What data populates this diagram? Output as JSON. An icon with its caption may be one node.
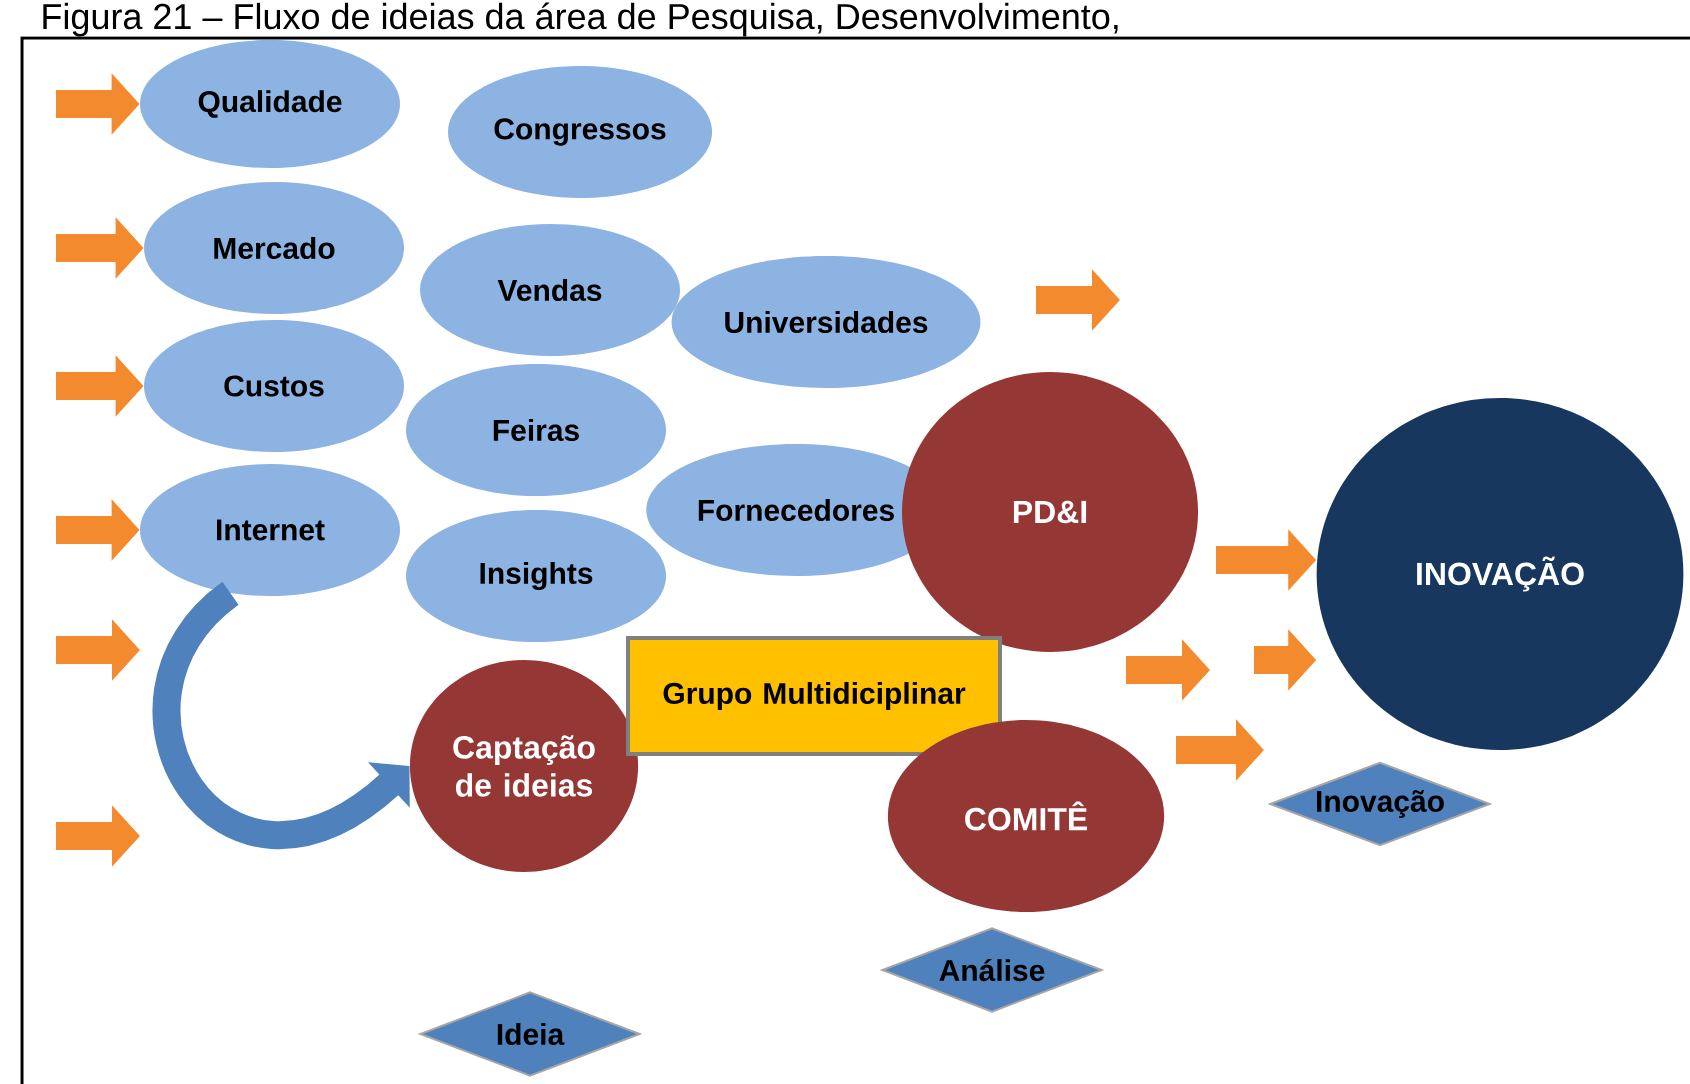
{
  "diagram": {
    "title": "Figura 21 – Fluxo de ideias da área de Pesquisa, Desenvolvimento,",
    "nodes": [
      {
        "text": [
          "Qualidade"
        ]
      },
      {
        "text": [
          "Congressos"
        ]
      },
      {
        "text": [
          "Mercado"
        ]
      },
      {
        "text": [
          "Vendas"
        ]
      },
      {
        "text": [
          "Universidades"
        ]
      },
      {
        "text": [
          "Custos"
        ]
      },
      {
        "text": [
          "Feiras"
        ]
      },
      {
        "text": [
          "Fornecedores"
        ]
      },
      {
        "text": [
          "Internet"
        ]
      },
      {
        "text": [
          "Insights"
        ]
      },
      {
        "text": [
          "PD&I"
        ]
      },
      {
        "text": [
          "INOVAÇÃO"
        ]
      },
      {
        "text": [
          "Captação de ideias"
        ]
      },
      {
        "text": [
          "Grupo Multidiciplinar"
        ]
      },
      {
        "text": [
          "COMITÊ"
        ]
      },
      {
        "text": [
          "Inovação"
        ]
      },
      {
        "text": [
          "Análise"
        ]
      },
      {
        "text": [
          "Ideia"
        ]
      }
    ],
    "edges": [
      {
        "from": null,
        "to": 0,
        "arrow": "to"
      },
      {
        "from": null,
        "to": 2,
        "arrow": "to"
      },
      {
        "from": null,
        "to": 5,
        "arrow": "to"
      },
      {
        "from": null,
        "to": 8,
        "arrow": "to"
      },
      {
        "from": 8,
        "to": 12,
        "arrow": "to",
        "color": "#4f81bd"
      },
      {
        "from": null,
        "to": 11,
        "arrow": "to"
      },
      {
        "from": null,
        "to": 11,
        "arrow": "to"
      }
    ]
  }
}
